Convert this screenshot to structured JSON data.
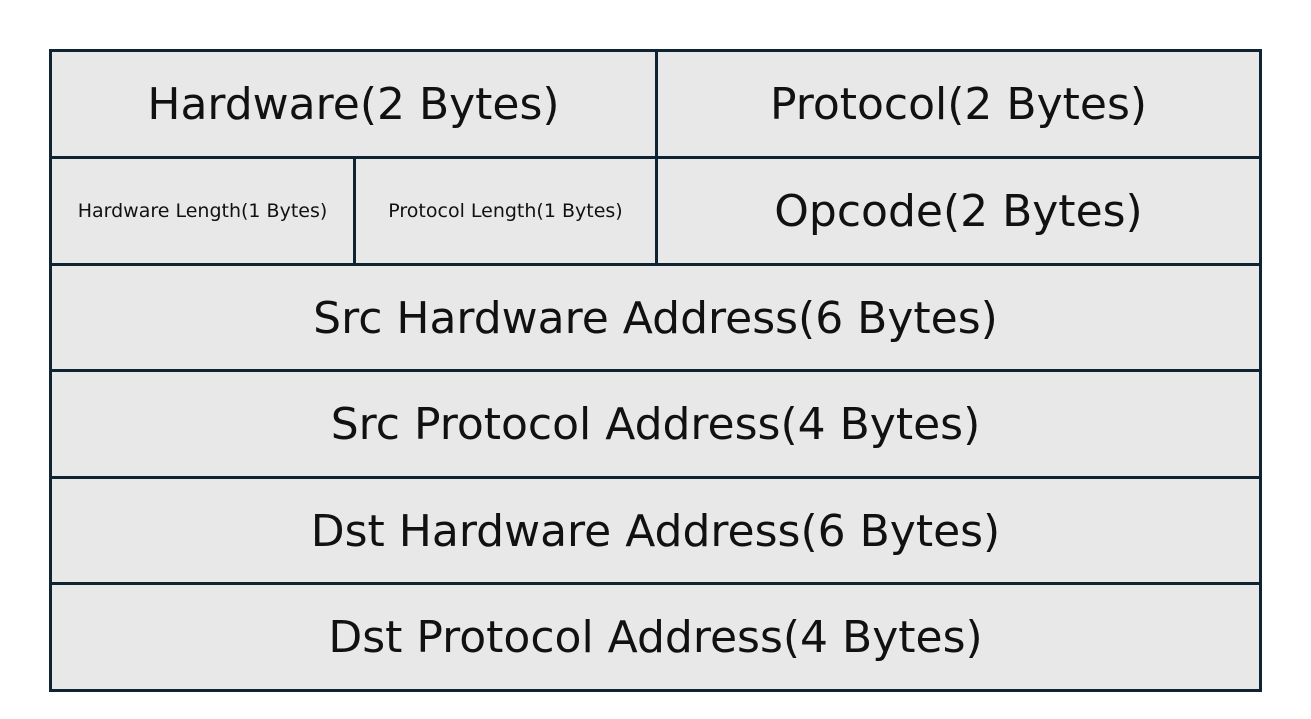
{
  "colors": {
    "cell_fill": "#e8e8e8",
    "border": "#0f2433",
    "text": "#111111"
  },
  "fields": {
    "hardware": "Hardware(2 Bytes)",
    "protocol": "Protocol(2 Bytes)",
    "hardware_length": "Hardware Length(1 Bytes)",
    "protocol_length": "Protocol Length(1 Bytes)",
    "opcode": "Opcode(2 Bytes)",
    "src_hardware_address": "Src Hardware Address(6 Bytes)",
    "src_protocol_address": "Src Protocol Address(4 Bytes)",
    "dst_hardware_address": "Dst Hardware Address(6 Bytes)",
    "dst_protocol_address": "Dst Protocol Address(4 Bytes)"
  }
}
